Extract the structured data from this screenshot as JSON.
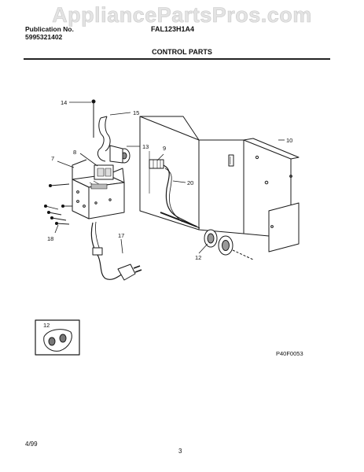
{
  "watermark": "AppliancePartsPros.com",
  "header": {
    "publication_label": "Publication No.",
    "publication_number": "5995321402",
    "model": "FAL123H1A4"
  },
  "section_title": "CONTROL PARTS",
  "callouts": {
    "c14": "14",
    "c15": "15",
    "c13": "13",
    "c8": "8",
    "c9": "9",
    "c7": "7",
    "c10": "10",
    "c20": "20",
    "c18": "18",
    "c17": "17",
    "c12": "12",
    "c12_inset": "12"
  },
  "drawing_code": "P40F0053",
  "footer": {
    "date": "4/99",
    "page": "3"
  }
}
